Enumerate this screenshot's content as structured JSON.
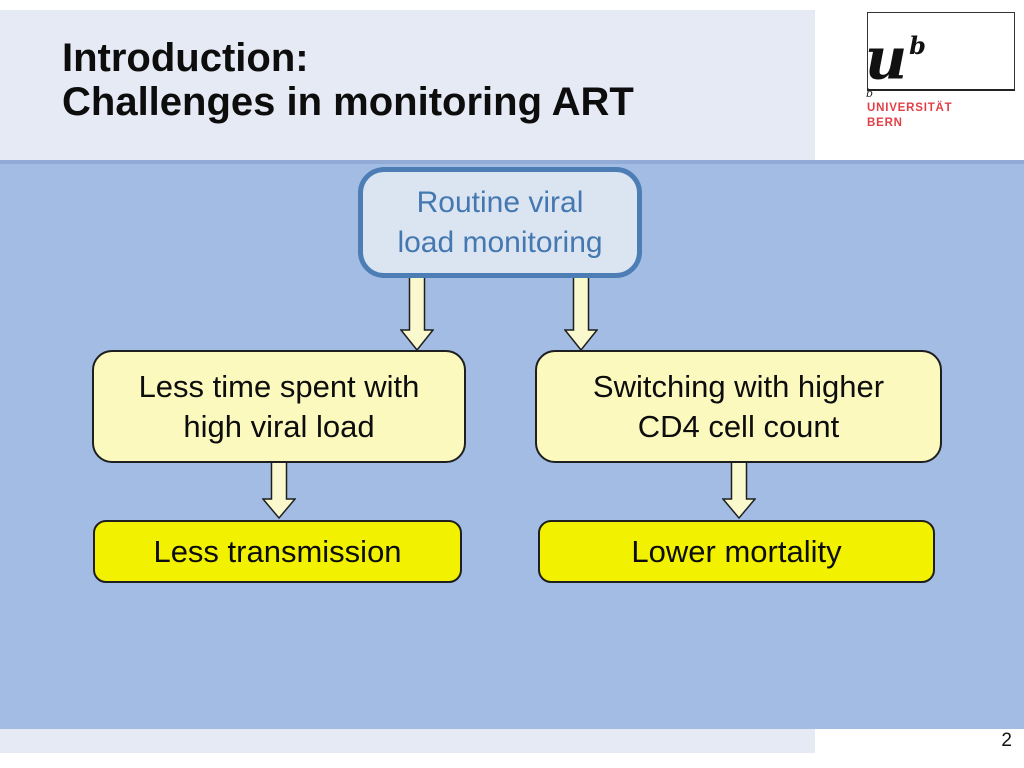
{
  "slide": {
    "title": {
      "line1": "Introduction:",
      "line2": "Challenges in monitoring ART"
    },
    "page_number": "2"
  },
  "logo": {
    "mark": "u",
    "mark_superscript": "b",
    "small_mark": "b",
    "name_line1": "UNIVERSITÄT",
    "name_line2": "BERN"
  },
  "diagram": {
    "root_node": {
      "line1": "Routine viral",
      "line2": "load monitoring"
    },
    "left_branch": {
      "line1": "Less time spent with",
      "line2": "high viral load"
    },
    "right_branch": {
      "line1": "Switching with higher",
      "line2": "CD4 cell count"
    },
    "left_outcome": "Less transmission",
    "right_outcome": "Lower mortality"
  },
  "colors": {
    "main_background": "#A2BCE4",
    "header_band": "#E6EAF5",
    "root_node_fill": "#DBE5F2",
    "root_node_border": "#4D7DB5",
    "root_node_text": "#4577B0",
    "branch_fill": "#FBF9BE",
    "outcome_fill": "#F1F100",
    "arrow_fill": "#FAF8CD",
    "logo_red": "#E04048"
  }
}
